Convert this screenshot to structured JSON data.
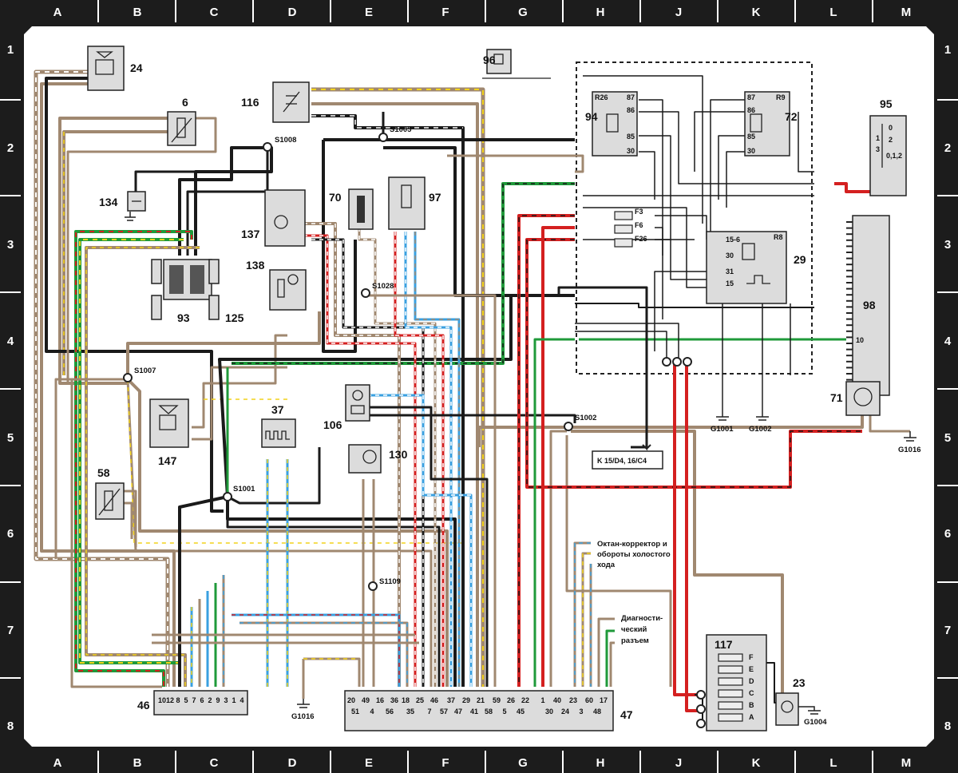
{
  "frame": {
    "columns": [
      "A",
      "B",
      "C",
      "D",
      "E",
      "F",
      "G",
      "H",
      "J",
      "K",
      "L",
      "M"
    ],
    "rows": [
      "1",
      "2",
      "3",
      "4",
      "5",
      "6",
      "7",
      "8"
    ]
  },
  "colors": {
    "frame": "#1c1c1c",
    "background": "#ffffff",
    "component_fill": "#dcdcdc",
    "wire_black": "#1a1a1a",
    "wire_brown": "#a08870",
    "wire_red": "#d42020",
    "wire_green": "#1f9a3a",
    "wire_yellow": "#f2d21b",
    "wire_blue": "#3aa0e0"
  },
  "components": {
    "c24": "24",
    "c6": "6",
    "c116": "116",
    "c96": "96",
    "c94": "94",
    "c72": "72",
    "c95": "95",
    "c134": "134",
    "c137": "137",
    "c70": "70",
    "c97": "97",
    "c138": "138",
    "c93": "93",
    "c125": "125",
    "c29": "29",
    "c98": "98",
    "c71": "71",
    "c147": "147",
    "c37": "37",
    "c106": "106",
    "c130": "130",
    "c58": "58",
    "c117": "117",
    "c23": "23",
    "c46": "46",
    "c47": "47"
  },
  "splices": {
    "s1005": "S1005",
    "s1008": "S1008",
    "s1028": "S1028",
    "s1007": "S1007",
    "s1002": "S1002",
    "s1001": "S1001",
    "s1109": "S1109"
  },
  "grounds": {
    "g1001": "G1001",
    "g1002": "G1002",
    "g1016_right": "G1016",
    "g1016_bottom": "G1016",
    "g1004": "G1004"
  },
  "relay_labels": {
    "r26": "R26",
    "r9": "R9",
    "r8": "R8",
    "p94": [
      "87",
      "86",
      "85",
      "30"
    ],
    "p72": [
      "87",
      "86",
      "85",
      "30"
    ],
    "p29": [
      "15-6",
      "30",
      "31",
      "15"
    ]
  },
  "fuses": [
    "F3",
    "F6",
    "F26"
  ],
  "switch95": [
    "0",
    "1",
    "2",
    "3",
    "0,1,2"
  ],
  "pin98": "10",
  "ref_box": "K 15/D4, 16/C4",
  "notes": {
    "octane_1": "Октан-корректор и",
    "octane_2": "обороты холостого",
    "octane_3": "хода",
    "diag_1": "Диагности-",
    "diag_2": "ческий",
    "diag_3": "разъем"
  },
  "connector46": {
    "pins": [
      "10",
      "12",
      "8",
      "5",
      "7",
      "6",
      "2",
      "9",
      "3",
      "1",
      "4"
    ]
  },
  "connector47": {
    "top": [
      "20",
      "49",
      "16",
      "36",
      "18",
      "25",
      "46",
      "37",
      "29",
      "21",
      "59",
      "26",
      "22",
      "1",
      "40",
      "23",
      "60",
      "17"
    ],
    "bottom": [
      "51",
      "4",
      "56",
      "35",
      "7",
      "57",
      "47",
      "41",
      "58",
      "5",
      "45",
      "30",
      "24",
      "3",
      "48"
    ]
  },
  "connector117": [
    "F",
    "E",
    "D",
    "C",
    "B",
    "A"
  ]
}
